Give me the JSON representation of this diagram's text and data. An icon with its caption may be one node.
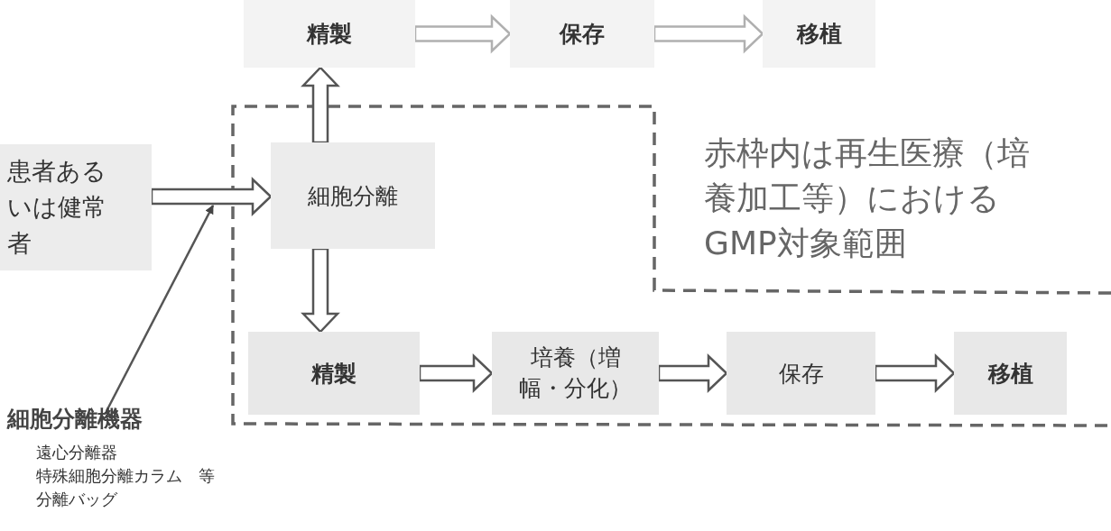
{
  "diagram": {
    "nodes": [
      {
        "text": [
          "精製"
        ]
      },
      {
        "text": [
          "保存"
        ]
      },
      {
        "text": [
          "移植"
        ]
      },
      {
        "text": [
          "患者あるいは健常者"
        ]
      },
      {
        "text": [
          "細胞分離"
        ]
      },
      {
        "text": [
          "精製"
        ]
      },
      {
        "text": [
          "培養（増幅・分化）"
        ]
      },
      {
        "text": [
          "保存"
        ]
      },
      {
        "text": [
          "移植"
        ]
      },
      {
        "text": [
          "細胞分離機器",
          "遠心分離器",
          "特殊細胞分離カラム　等",
          "分離バッグ"
        ]
      }
    ],
    "edges": [
      {
        "from": 0,
        "to": 1,
        "arrow": "to",
        "color": "#b0b0b0"
      },
      {
        "from": 1,
        "to": 2,
        "arrow": "to",
        "color": "#b0b0b0"
      },
      {
        "from": 3,
        "to": 4,
        "arrow": "to"
      },
      {
        "from": 4,
        "to": 0,
        "arrow": "to"
      },
      {
        "from": 4,
        "to": 5,
        "arrow": "to"
      },
      {
        "from": 5,
        "to": 6,
        "arrow": "to"
      },
      {
        "from": 6,
        "to": 7,
        "arrow": "to"
      },
      {
        "from": 7,
        "to": 8,
        "arrow": "to"
      },
      {
        "from": 9,
        "to": null,
        "arrow": "to"
      }
    ],
    "labels": [
      "赤枠内は再生医療（培養加工等）におけるGMP対象範囲"
    ]
  }
}
